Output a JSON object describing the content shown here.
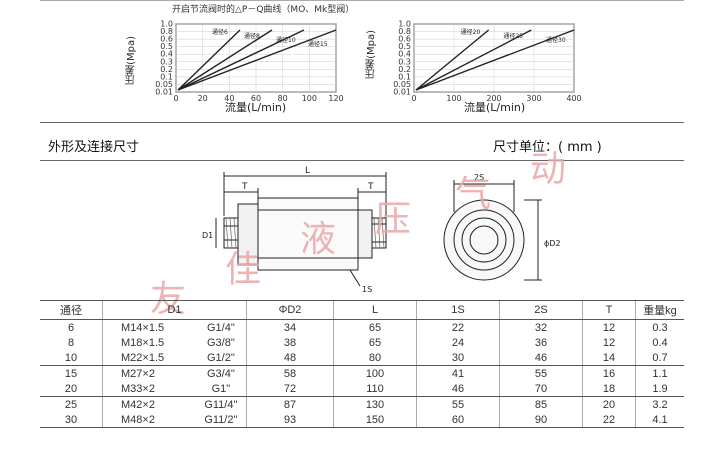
{
  "charts": {
    "left": {
      "title": "开启节流阀时的△P－Q曲线（MO、Mk型阀）",
      "ylabel": "压差(Mpa)",
      "xlabel": "流量(L/min)",
      "yticks": [
        "1.0",
        "0.8",
        "0.6",
        "0.5",
        "0.4",
        "0.3",
        "0.2",
        "0.1",
        "0.05",
        "0.01"
      ],
      "xticks": [
        "0",
        "20",
        "40",
        "60",
        "80",
        "100",
        "120"
      ],
      "curve_labels": [
        "通径6",
        "通径8",
        "通径10",
        "通径15"
      ]
    },
    "right": {
      "ylabel": "压差(Mpa)",
      "xlabel": "流量(L/min)",
      "yticks": [
        "1.0",
        "0.8",
        "0.6",
        "0.5",
        "0.4",
        "0.3",
        "0.2",
        "0.1",
        "0.05",
        "0.01"
      ],
      "xticks": [
        "0",
        "100",
        "200",
        "300",
        "400"
      ],
      "curve_labels": [
        "通径20",
        "通径25",
        "通径30"
      ]
    }
  },
  "section": {
    "title": "外形及连接尺寸",
    "unit": "尺寸单位：( mm )"
  },
  "drawing": {
    "labels": {
      "L": "L",
      "T1": "T",
      "T2": "T",
      "S1": "1S",
      "D1": "D1",
      "S2": "2S",
      "D2": "ϕD2"
    }
  },
  "watermark": [
    "友",
    "佳",
    "液",
    "压",
    "气",
    "动"
  ],
  "table": {
    "headers": [
      "通径",
      "D1",
      "ΦD2",
      "L",
      "1S",
      "2S",
      "T",
      "重量kg"
    ],
    "rows": [
      [
        "6",
        "M14×1.5",
        "G1/4\"",
        "34",
        "65",
        "22",
        "32",
        "12",
        "0.3"
      ],
      [
        "8",
        "M18×1.5",
        "G3/8\"",
        "38",
        "65",
        "24",
        "36",
        "12",
        "0.4"
      ],
      [
        "10",
        "M22×1.5",
        "G1/2\"",
        "48",
        "80",
        "30",
        "46",
        "14",
        "0.7"
      ],
      [
        "15",
        "M27×2",
        "G3/4\"",
        "58",
        "100",
        "41",
        "55",
        "16",
        "1.1"
      ],
      [
        "20",
        "M33×2",
        "G1\"",
        "72",
        "110",
        "46",
        "70",
        "18",
        "1.9"
      ],
      [
        "25",
        "M42×2",
        "G11/4\"",
        "87",
        "130",
        "55",
        "85",
        "20",
        "3.2"
      ],
      [
        "30",
        "M48×2",
        "G11/2\"",
        "93",
        "150",
        "60",
        "90",
        "22",
        "4.1"
      ]
    ]
  }
}
